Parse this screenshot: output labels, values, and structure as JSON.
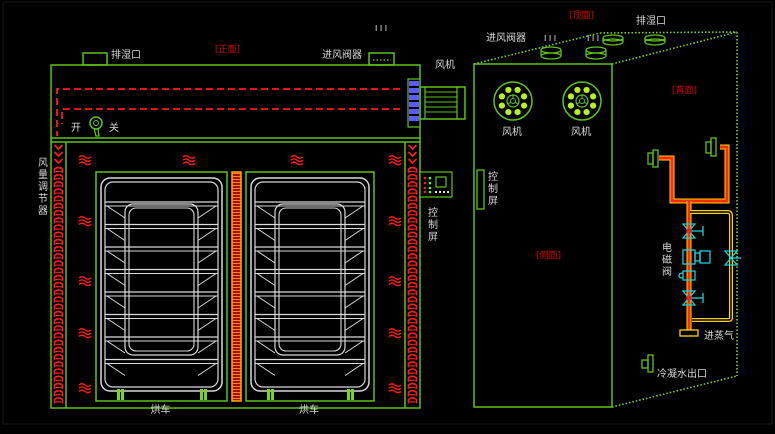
{
  "diagram": {
    "title": "Hot-air circulation drying room layout",
    "colors": {
      "background": "#000000",
      "frame": "#5ec41a",
      "frame_dotted": "#7fd31f",
      "airflow": "#ff1a1a",
      "label": "#d8d8d8",
      "view_tag": "#e00000",
      "rack": "#d9d9d9",
      "heater_fill": "#c81010",
      "heater_border": "#ffae00",
      "fan_blade": "#5b5bff",
      "fan_dot": "#b8f21a",
      "steam_pipe": "#ff2a00",
      "pipe_outline": "#ffd400",
      "valve": "#19d2dc"
    },
    "front_view": {
      "view_tag": "[正面]",
      "exhaust_port_label": "排湿口",
      "air_inlet_valve_label": "进风阀器",
      "fan_label": "风机",
      "switch_on_label": "开",
      "switch_off_label": "关",
      "damper_regulator_label": [
        "风",
        "量",
        "调",
        "节",
        "器"
      ],
      "control_panel_label": [
        "控",
        "制",
        "屏"
      ],
      "cart_labels": [
        "烘车",
        "烘车"
      ],
      "inlet_marks": "I I I"
    },
    "side_view": {
      "view_tag": "[侧面]",
      "top_view_tag": "[顶面]",
      "back_view_tag": "[背面]",
      "air_inlet_valve_label": "进风阀器",
      "exhaust_port_label": "排湿口",
      "fan_labels": [
        "风机",
        "风机"
      ],
      "control_panel_label": [
        "控",
        "制",
        "屏"
      ],
      "solenoid_valve_label": [
        "电",
        "磁",
        "阀"
      ],
      "steam_inlet_label": "进蒸气",
      "condensate_outlet_label": "冷凝水出口",
      "inlet_marks": [
        "I I I",
        "I I I"
      ]
    }
  }
}
